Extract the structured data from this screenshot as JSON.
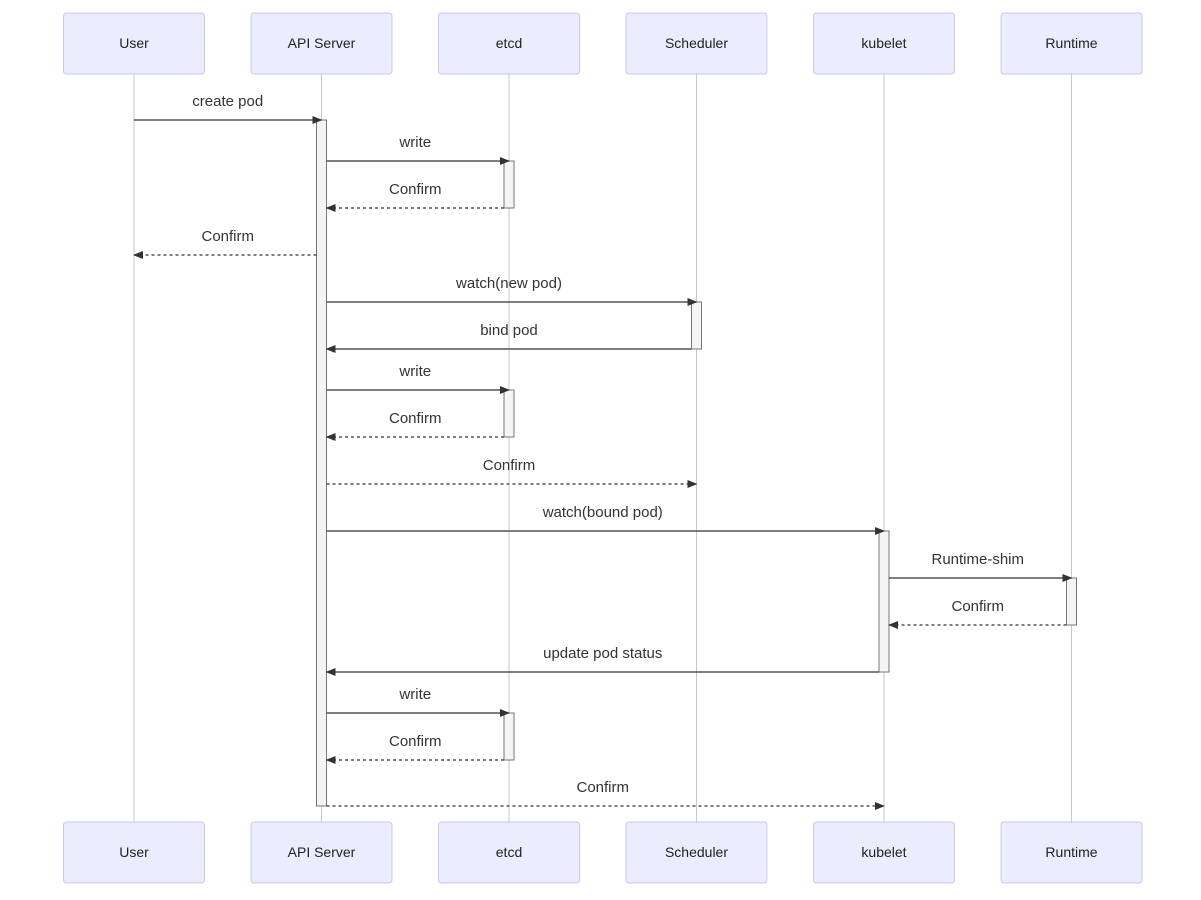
{
  "diagram": {
    "type": "sequence",
    "participants": [
      {
        "id": "user",
        "label": "User"
      },
      {
        "id": "api",
        "label": "API Server"
      },
      {
        "id": "etcd",
        "label": "etcd"
      },
      {
        "id": "scheduler",
        "label": "Scheduler"
      },
      {
        "id": "kubelet",
        "label": "kubelet"
      },
      {
        "id": "runtime",
        "label": "Runtime"
      }
    ],
    "messages": [
      {
        "from": "user",
        "to": "api",
        "label": "create pod",
        "style": "solid"
      },
      {
        "from": "api",
        "to": "etcd",
        "label": "write",
        "style": "solid"
      },
      {
        "from": "etcd",
        "to": "api",
        "label": "Confirm",
        "style": "dashed"
      },
      {
        "from": "api",
        "to": "user",
        "label": "Confirm",
        "style": "dashed"
      },
      {
        "from": "api",
        "to": "scheduler",
        "label": "watch(new pod)",
        "style": "solid"
      },
      {
        "from": "scheduler",
        "to": "api",
        "label": "bind pod",
        "style": "solid"
      },
      {
        "from": "api",
        "to": "etcd",
        "label": "write",
        "style": "solid"
      },
      {
        "from": "etcd",
        "to": "api",
        "label": "Confirm",
        "style": "dashed"
      },
      {
        "from": "api",
        "to": "scheduler",
        "label": "Confirm",
        "style": "dashed"
      },
      {
        "from": "api",
        "to": "kubelet",
        "label": "watch(bound pod)",
        "style": "solid"
      },
      {
        "from": "kubelet",
        "to": "runtime",
        "label": "Runtime-shim",
        "style": "solid"
      },
      {
        "from": "runtime",
        "to": "kubelet",
        "label": "Confirm",
        "style": "dashed"
      },
      {
        "from": "kubelet",
        "to": "api",
        "label": "update pod status",
        "style": "solid"
      },
      {
        "from": "api",
        "to": "etcd",
        "label": "write",
        "style": "solid"
      },
      {
        "from": "etcd",
        "to": "api",
        "label": "Confirm",
        "style": "dashed"
      },
      {
        "from": "api",
        "to": "kubelet",
        "label": "Confirm",
        "style": "dashed"
      }
    ],
    "activations": [
      {
        "participant": "api",
        "from_msg": 0,
        "to_msg": 15
      },
      {
        "participant": "etcd",
        "from_msg": 1,
        "to_msg": 2
      },
      {
        "participant": "scheduler",
        "from_msg": 4,
        "to_msg": 5
      },
      {
        "participant": "etcd",
        "from_msg": 6,
        "to_msg": 7
      },
      {
        "participant": "kubelet",
        "from_msg": 9,
        "to_msg": 12
      },
      {
        "participant": "runtime",
        "from_msg": 10,
        "to_msg": 11
      },
      {
        "participant": "etcd",
        "from_msg": 13,
        "to_msg": 14
      }
    ]
  }
}
